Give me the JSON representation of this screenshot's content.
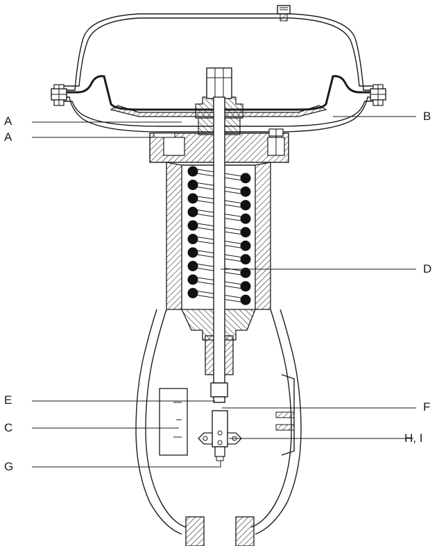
{
  "labels": {
    "a_upper": "A",
    "a_lower": "A",
    "b": "B",
    "c": "C",
    "d": "D",
    "e": "E",
    "f": "F",
    "g": "G",
    "hi": "H, I"
  },
  "colors": {
    "line": "#1a1a1a",
    "background": "#ffffff"
  }
}
